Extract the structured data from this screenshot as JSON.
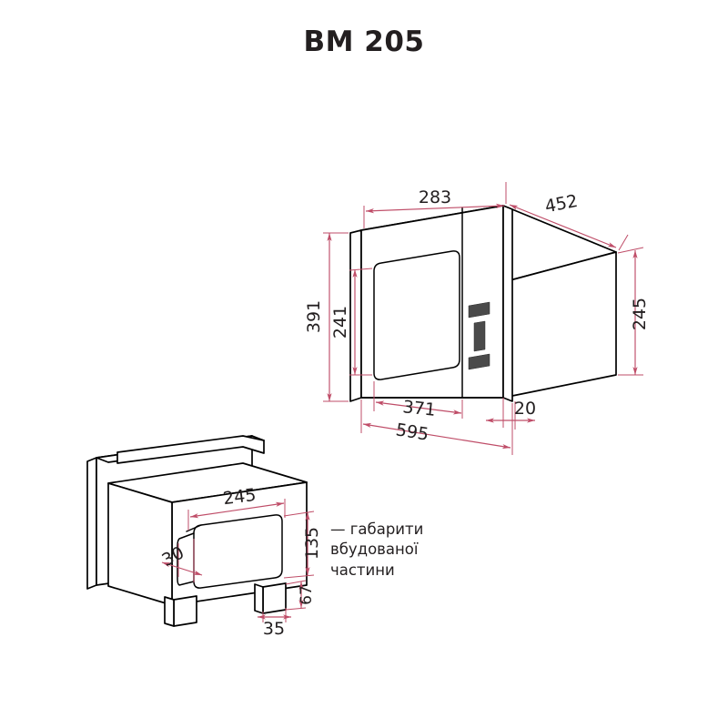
{
  "page": {
    "title": "BM 205",
    "background_color": "#ffffff",
    "line_color": "#000000",
    "dimension_color": "#bf4d68",
    "text_color": "#231f20"
  },
  "views": {
    "main": {
      "name": "built-in-microwave-isometric-view",
      "dimensions": {
        "top_depth_front": "283",
        "top_depth_rear": "452",
        "front_height_total": "391",
        "door_height": "241",
        "right_side_height": "245",
        "door_width": "371",
        "total_width": "595",
        "trim_depth": "20"
      }
    },
    "cabinet": {
      "name": "cabinet-cutout-isometric-view",
      "dimensions": {
        "cutout_width": "245",
        "cutout_height": "135",
        "front_offset": "30",
        "leg_width": "35",
        "leg_height": "67"
      }
    }
  },
  "annotation": {
    "marker": "—",
    "text": "габарити вбудованої\nчастини"
  },
  "dimension_labels": [
    {
      "id": "d283",
      "value": "283"
    },
    {
      "id": "d452",
      "value": "452"
    },
    {
      "id": "d391",
      "value": "391"
    },
    {
      "id": "d241",
      "value": "241"
    },
    {
      "id": "d245r",
      "value": "245"
    },
    {
      "id": "d371",
      "value": "371"
    },
    {
      "id": "d595",
      "value": "595"
    },
    {
      "id": "d20",
      "value": "20"
    },
    {
      "id": "d245c",
      "value": "245"
    },
    {
      "id": "d135",
      "value": "135"
    },
    {
      "id": "d30",
      "value": "30"
    },
    {
      "id": "d35",
      "value": "35"
    },
    {
      "id": "d67",
      "value": "67"
    }
  ]
}
